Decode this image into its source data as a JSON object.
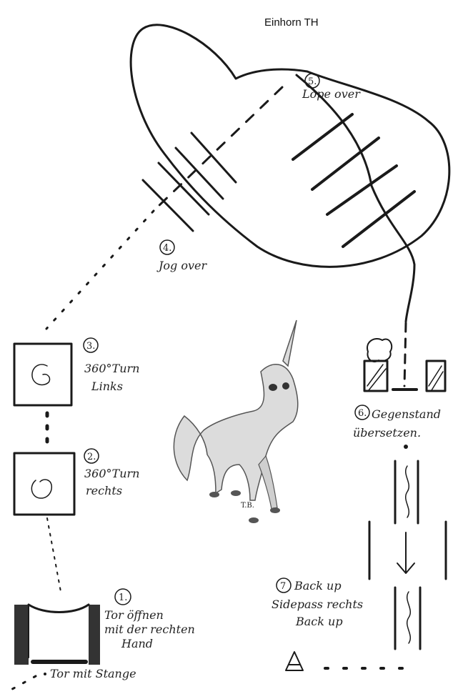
{
  "title": "Einhorn TH",
  "stations": {
    "s1": {
      "num": "1.",
      "lines": [
        "Tor öffnen",
        "mit der rechten",
        "Hand"
      ],
      "note": "Tor mit Stange"
    },
    "s2": {
      "num": "2.",
      "lines": [
        "360°Turn",
        "rechts"
      ]
    },
    "s3": {
      "num": "3.",
      "lines": [
        "360°Turn",
        "Links"
      ]
    },
    "s4": {
      "num": "4.",
      "lines": [
        "Jog over"
      ]
    },
    "s5": {
      "num": "5.",
      "lines": [
        "Lope over"
      ]
    },
    "s6": {
      "num": "6.",
      "lines": [
        "Gegenstand",
        "übersetzen."
      ]
    },
    "s7": {
      "num": "7",
      "lines": [
        "Back up",
        "Sidepass rechts",
        "Back up"
      ]
    }
  },
  "signature": "T.B.",
  "colors": {
    "ink": "#1a1a1a",
    "unicorn": "#dcdcdc",
    "background": "#ffffff"
  }
}
